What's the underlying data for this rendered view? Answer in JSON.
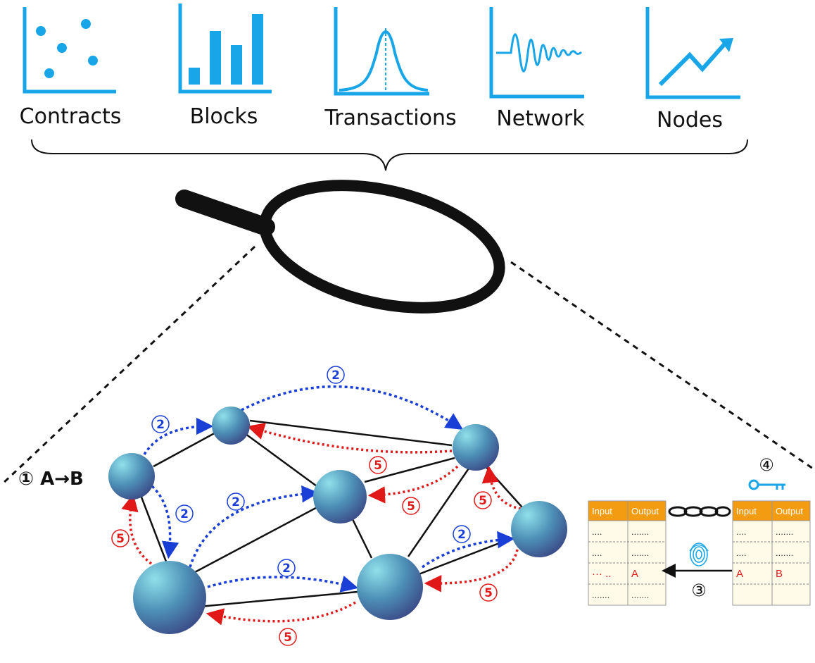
{
  "categories": [
    {
      "label": "Contracts",
      "icon": "scatter-chart-icon"
    },
    {
      "label": "Blocks",
      "icon": "bar-chart-icon"
    },
    {
      "label": "Transactions",
      "icon": "bell-curve-icon"
    },
    {
      "label": "Network",
      "icon": "damped-wave-icon"
    },
    {
      "label": "Nodes",
      "icon": "trend-arrow-icon"
    }
  ],
  "colors": {
    "icon_blue": "#19a6e8",
    "broadcast_blue": "#1a3fd6",
    "confirm_red": "#e01818",
    "table_header": "#f39c12",
    "node_light": "#8fe0ea",
    "node_dark": "#3c4f8a"
  },
  "steps": {
    "step1": "① A→B",
    "step2_marker": "2",
    "step3_marker": "③",
    "step4_marker": "④",
    "step5_marker": "5"
  },
  "ledger_left": {
    "headers": [
      "Input",
      "Output"
    ],
    "rows": [
      [
        "....",
        "......."
      ],
      [
        "....",
        "......."
      ],
      [
        "··· ..",
        "A"
      ],
      [
        ".......",
        "......."
      ]
    ]
  },
  "ledger_right": {
    "headers": [
      "Input",
      "Output"
    ],
    "rows": [
      [
        "....",
        "......."
      ],
      [
        "....",
        "......."
      ],
      [
        "A",
        "B"
      ],
      [
        "",
        ""
      ]
    ]
  }
}
